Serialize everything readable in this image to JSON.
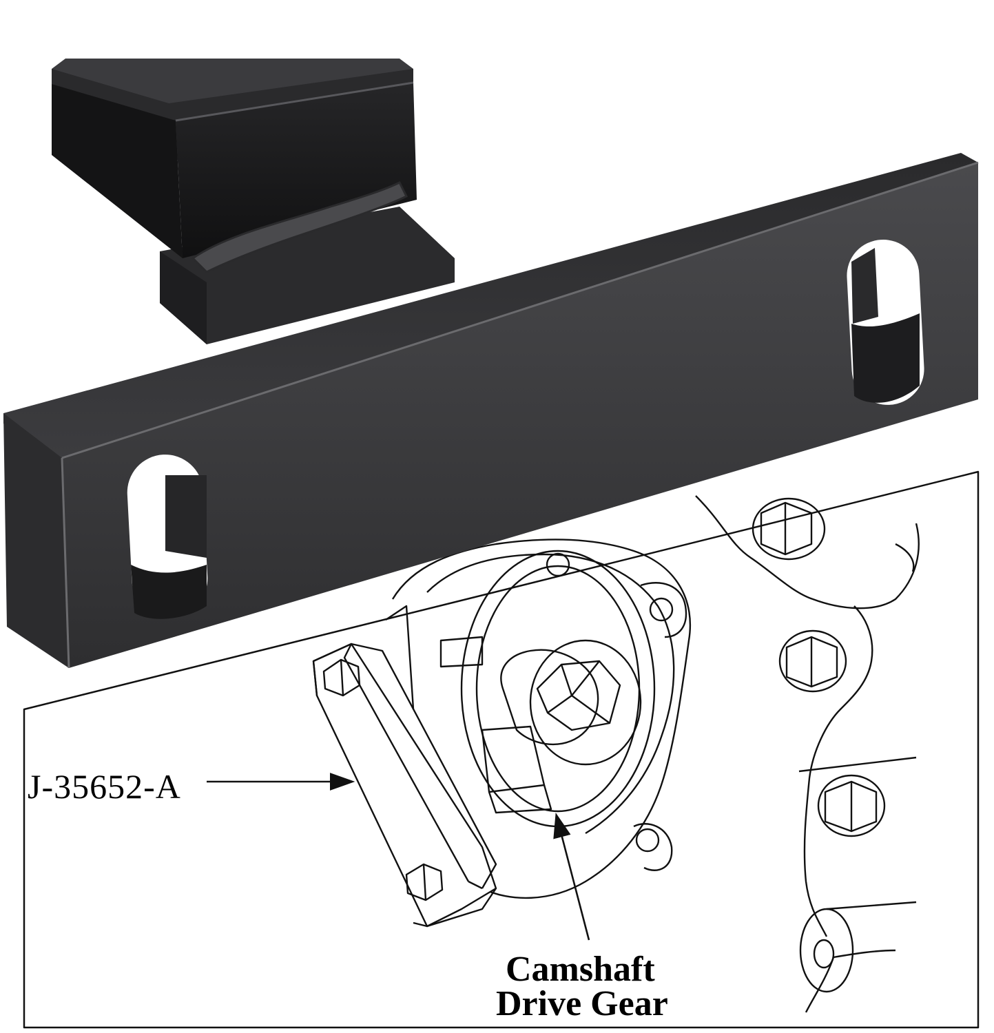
{
  "diagram": {
    "part_number": "J-35652-A",
    "component_label_line1": "Camshaft",
    "component_label_line2": "Drive Gear"
  },
  "colors": {
    "tool_body": "#3a3a3c",
    "tool_dark": "#1c1c1e",
    "tool_edge": "#6b6b6e",
    "line_art": "#111111",
    "background": "#ffffff"
  },
  "icons": {
    "tool_photo": "camshaft-holding-tool-illustration",
    "engine_drawing": "engine-front-line-drawing"
  }
}
